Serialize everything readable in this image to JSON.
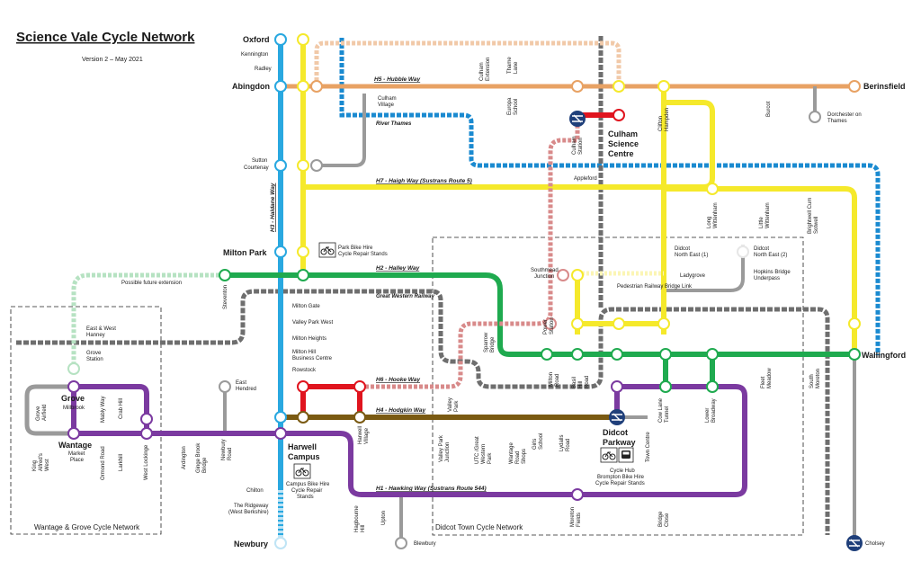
{
  "title": "Science Vale Cycle Network",
  "version": "Version 2 – May 2021",
  "colors": {
    "blue": "#29a8e0",
    "yellow": "#f5e92b",
    "orange": "#e8a264",
    "orange_pale": "#f1c9a8",
    "green": "#1faa4f",
    "green_pale": "#b6e2c2",
    "purple": "#7b3aa0",
    "brown": "#7a5a12",
    "red": "#e0141e",
    "pink": "#d88a8a",
    "grey": "#9a9a9a",
    "grey_dark": "#6f6f6f",
    "river": "#1a8ad0",
    "rail": "#6e6e6e",
    "rail_icon": "#1f3f7a"
  },
  "routes": {
    "h1": "H1 - Hawking Way (Sustrans Route 544)",
    "h2": "H2 - Halley Way",
    "h3": "H3 - Haldane Way",
    "h4": "H4 - Hodgkin Way",
    "h5": "H5 - Hubble Way",
    "h6": "H6 - Hooke Way",
    "h7": "H7 - Haigh Way (Sustrans Route 5)"
  },
  "features": {
    "river": "River Thames",
    "railway": "Great Western Railway",
    "future": "Possible future extension",
    "footbridge": "Pedestrian Railway Bridge Link"
  },
  "areas": {
    "wantage": "Wantage & Grove Cycle Network",
    "didcot": "Didcot Town Cycle Network"
  },
  "places": {
    "oxford": "Oxford",
    "abingdon": "Abingdon",
    "milton_park": "Milton Park",
    "harwell1": "Harwell",
    "harwell2": "Campus",
    "newbury": "Newbury",
    "grove": "Grove",
    "wantage": "Wantage",
    "berinsfield": "Berinsfield",
    "wallingford": "Wallingford",
    "culham1": "Culham",
    "culham2": "Science",
    "culham3": "Centre",
    "didcot1": "Didcot",
    "didcot2": "Parkway"
  },
  "labels": {
    "kennington": "Kennington",
    "radley": "Radley",
    "sutton1": "Sutton",
    "sutton2": "Courtenay",
    "culham_v1": "Culham",
    "culham_v2": "Village",
    "culham_ex1": "Culham",
    "culham_ex2": "Extension",
    "thame1": "Thame",
    "thame2": "Lane",
    "europa1": "Europa",
    "europa2": "School",
    "culham_st1": "Culham",
    "culham_st2": "Station",
    "clifton1": "Clifton",
    "clifton2": "Hampden",
    "burcot": "Burcot",
    "dorch1": "Dorchester on",
    "dorch2": "Thames",
    "appleford": "Appleford",
    "long1": "Long",
    "long2": "Wittenham",
    "little1": "Little",
    "little2": "Wittenham",
    "bright1": "Brightwell Cum",
    "bright2": "Sotwell",
    "dne1a": "Didcot",
    "dne1b": "North East (1)",
    "dne2a": "Didcot",
    "dne2b": "North East (2)",
    "ladygrove": "Ladygrove",
    "hop1": "Hopkins Bridge",
    "hop2": "Underpass",
    "sm1": "Southmead",
    "sm2": "Junction",
    "milton_gate": "Milton Gate",
    "vpw": "Valley Park West",
    "milton_heights": "Milton Heights",
    "mh1": "Milton Hill",
    "mh2": "Business Centre",
    "rowstock": "Rowstock",
    "east_hendred1": "East",
    "east_hendred2": "Hendred",
    "steventon": "Steventon",
    "eh1": "East & West",
    "eh2": "Hanney",
    "gs1": "Grove",
    "gs2": "Station",
    "millbrook": "Millbrook",
    "grove_airfield1": "Grove",
    "grove_airfield2": "Airfield",
    "mably": "Mably Way",
    "crab": "Crab Hill",
    "market1": "Market",
    "market2": "Place",
    "king1": "King",
    "king2": "Alfred's",
    "king3": "West",
    "ormond": "Ormond Road",
    "larkhill": "Larkhill",
    "wl": "West Lockinge",
    "ardington": "Ardington",
    "ginge1": "Ginge Brook",
    "ginge2": "Bridge",
    "newbury_road1": "Newbury",
    "newbury_road2": "Road",
    "chilton": "Chilton",
    "ridge1": "The Ridgeway",
    "ridge2": "(West Berkshire)",
    "hagbourne1": "Hagbourne",
    "hagbourne2": "Hill",
    "upton": "Upton",
    "blewbury": "Blewbury",
    "harwell_v1": "Harwell",
    "harwell_v2": "Village",
    "vp1": "Valley",
    "vp2": "Park",
    "vpj1": "Valley Park",
    "vpj2": "Junction",
    "utc1": "UTC /Great",
    "utc2": "Western",
    "utc3": "Park",
    "wr1": "Wantage",
    "wr2": "Road",
    "wr3": "Shops",
    "girls1": "Girls",
    "girls2": "School",
    "lydalls1": "Lydalls",
    "lydalls2": "Road",
    "town_centre": "Town Centre",
    "cow1": "Cow Lane",
    "cow2": "Tunnel",
    "lower1": "Lower",
    "lower2": "Broadway",
    "fleet1": "Fleet",
    "fleet2": "Meadow",
    "south1": "South",
    "south2": "Moreton",
    "moreton1": "Moreton",
    "moreton2": "Fields",
    "bridge1": "Bridge",
    "bridge2": "Close",
    "milton_road1": "Milton",
    "milton_road2": "Road",
    "basil1": "Basil",
    "basil2": "Hill",
    "basil3": "Road",
    "power1": "Power",
    "power2": "Station",
    "sparrow1": "Sparrow",
    "sparrow2": "Bridge",
    "cholsey": "Cholsey"
  },
  "facilities": {
    "milton_park1": "Park Bike Hire",
    "milton_park2": "Cycle Repair Stands",
    "harwell1": "Campus Bike Hire",
    "harwell2": "Cycle Repair",
    "harwell3": "Stands",
    "didcot1": "Cycle Hub",
    "didcot2": "Brompton Bike Hire",
    "didcot3": "Cycle Repair Stands"
  },
  "icons": [
    "bicycle-icon",
    "bus-icon",
    "national-rail-icon"
  ]
}
